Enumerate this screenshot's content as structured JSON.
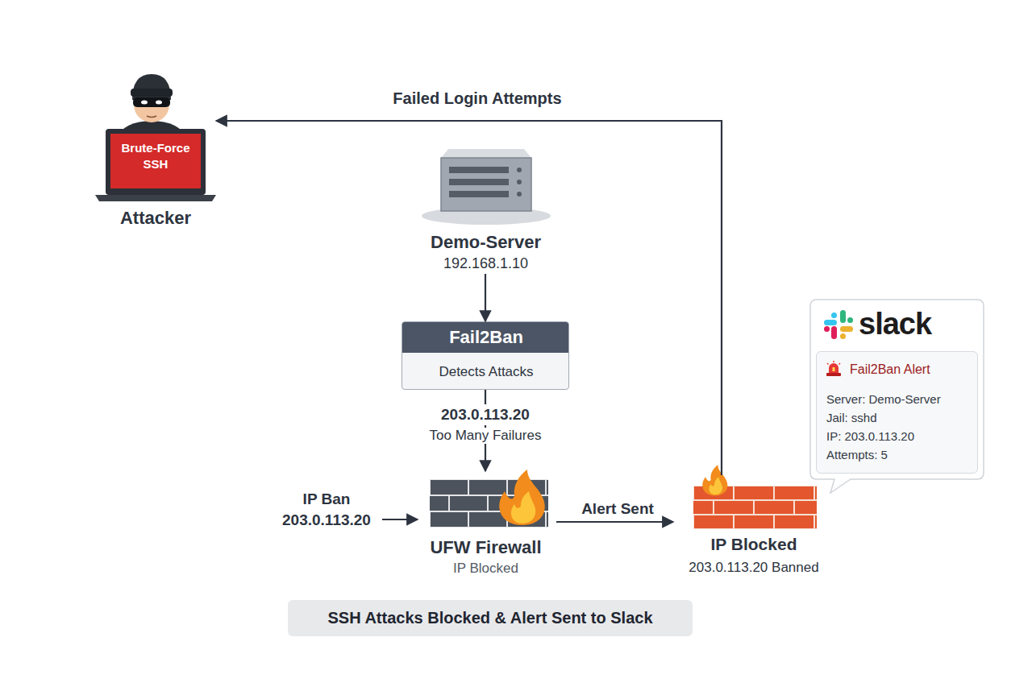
{
  "diagram": {
    "caption": "SSH Attacks Blocked & Alert Sent to Slack",
    "nodes": [
      {
        "text": [
          "Brute-Force SSH",
          "Attacker"
        ]
      },
      {
        "text": [
          "Demo-Server",
          "192.168.1.10"
        ]
      },
      {
        "text": [
          "Fail2Ban",
          "Detects Attacks"
        ]
      },
      {
        "text": [
          "UFW Firewall",
          "IP Blocked"
        ]
      },
      {
        "text": [
          "IP Blocked",
          "203.0.113.20 Banned"
        ]
      },
      {
        "text": [
          "slack"
        ]
      },
      {
        "text": [
          "Fail2Ban Alert",
          "Server: Demo-Server",
          "Jail: sshd",
          "IP: 203.0.113.20",
          "Attempts: 5"
        ],
        "in": 5
      }
    ],
    "edges": [
      {
        "from": 4,
        "to": 0,
        "arrow": "to",
        "label": "Failed Login Attempts"
      },
      {
        "from": 1,
        "to": 2,
        "arrow": "to"
      },
      {
        "from": 2,
        "to": 3,
        "arrow": "to",
        "label": "203.0.113.20"
      },
      {
        "from": 3,
        "to": 4,
        "arrow": "to",
        "label": "Alert Sent"
      }
    ],
    "labels": [
      "Too Many Failures",
      "IP Ban",
      "203.0.113.20"
    ]
  }
}
